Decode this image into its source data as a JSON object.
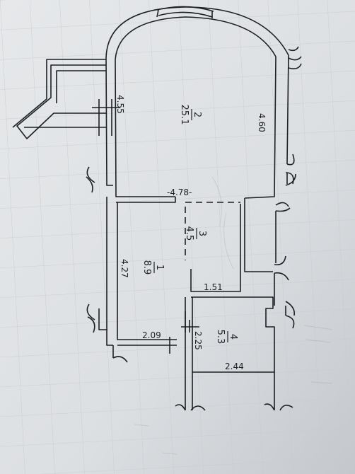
{
  "plan": {
    "rooms": [
      {
        "number": "1",
        "area": "8.9"
      },
      {
        "number": "2",
        "area": "25.1"
      },
      {
        "number": "3",
        "area": "4.5"
      },
      {
        "number": "4",
        "area": "5.3"
      }
    ],
    "dimensions": {
      "room2_left": "4.55",
      "room2_right": "4.60",
      "corridor_width": "-4.78-",
      "room1_left": "4.27",
      "bottom_step": "1.51",
      "hall_bottom": "2.09",
      "room4_side": "2.25",
      "room4_bottom": "2.44"
    }
  },
  "colors": {
    "paper": "#e3e5e7",
    "ink": "#1d1f22",
    "grid": "#c9ccd1"
  }
}
